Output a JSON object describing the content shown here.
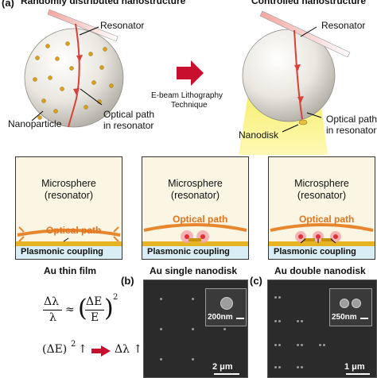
{
  "top": {
    "panel_letter": "(a)",
    "left_title": "Randomly distributed nanostructure",
    "right_title": "Controlled nanostructure",
    "resonator_left": "Resonator",
    "resonator_right": "Resonator",
    "optical_path_left": [
      "Optical path",
      "in resonator"
    ],
    "optical_path_right": [
      "Optical path",
      "in resonator"
    ],
    "nanoparticle": "Nanoparticle",
    "nanodisk": "Nanodisk",
    "process": [
      "E-beam Lithography",
      "Technique"
    ]
  },
  "boxes": [
    {
      "title": [
        "Microsphere",
        "(resonator)"
      ],
      "optical": "Optical path",
      "plasmonic": "Plasmonic coupling",
      "caption": "Au thin film"
    },
    {
      "title": [
        "Microsphere",
        "(resonator)"
      ],
      "optical": "Optical path",
      "plasmonic": "Plasmonic coupling",
      "caption": "Au single nanodisk"
    },
    {
      "title": [
        "Microsphere",
        "(resonator)"
      ],
      "optical": "Optical path",
      "plasmonic": "Plasmonic coupling",
      "caption": "Au double nanodisk"
    }
  ],
  "sem_b": {
    "letter": "(b)",
    "inset_scale": "200nm",
    "scale": "2 μm"
  },
  "sem_c": {
    "letter": "(c)",
    "inset_scale": "250nm",
    "scale": "1 μm"
  },
  "equations": {
    "delta_lambda": "Δλ",
    "lambda": "λ",
    "approx": "≈",
    "delta_e": "ΔE",
    "e": "E",
    "power": "2",
    "bottom_left": "(ΔE)",
    "bottom_power": "2",
    "up": "↑",
    "bottom_right": "Δλ ↑"
  },
  "colors": {
    "arrow_red": "#c8102e",
    "gold": "#e6b422",
    "glow": "#f7ef7a",
    "beam": "#e0554f"
  }
}
